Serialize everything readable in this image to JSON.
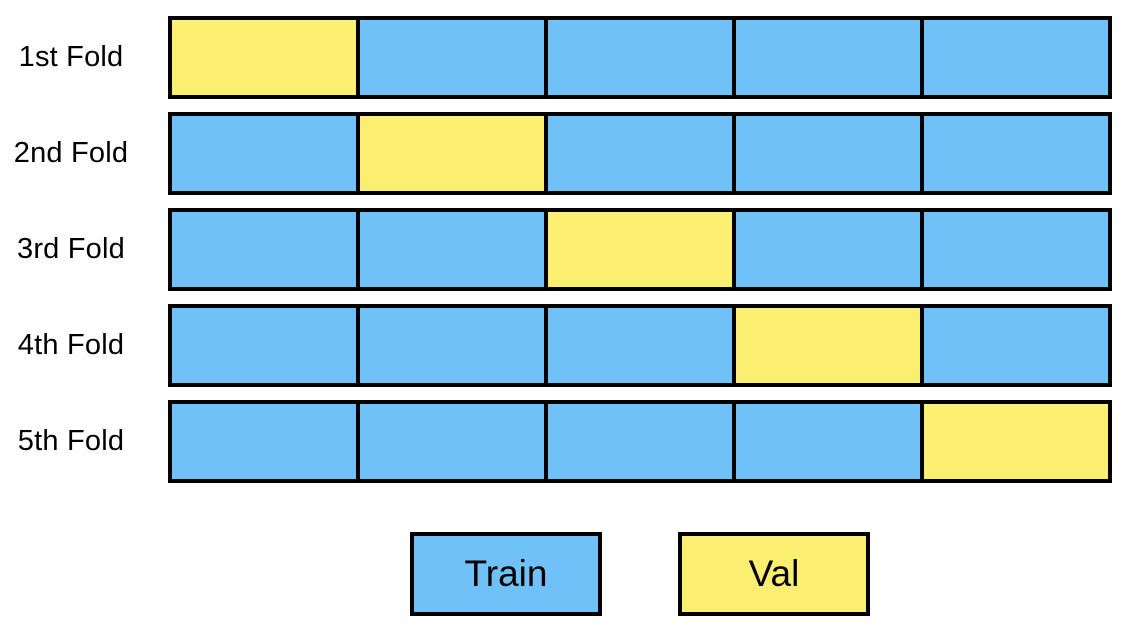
{
  "folds": [
    {
      "label": "1st Fold",
      "cells": [
        "val",
        "train",
        "train",
        "train",
        "train"
      ]
    },
    {
      "label": "2nd Fold",
      "cells": [
        "train",
        "val",
        "train",
        "train",
        "train"
      ]
    },
    {
      "label": "3rd Fold",
      "cells": [
        "train",
        "train",
        "val",
        "train",
        "train"
      ]
    },
    {
      "label": "4th Fold",
      "cells": [
        "train",
        "train",
        "train",
        "val",
        "train"
      ]
    },
    {
      "label": "5th Fold",
      "cells": [
        "train",
        "train",
        "train",
        "train",
        "val"
      ]
    }
  ],
  "legend": [
    {
      "label": "Train",
      "key": "train"
    },
    {
      "label": "Val",
      "key": "val"
    }
  ],
  "colors": {
    "train": "#70C1F7",
    "val": "#FBEE71",
    "border": "#000000"
  }
}
